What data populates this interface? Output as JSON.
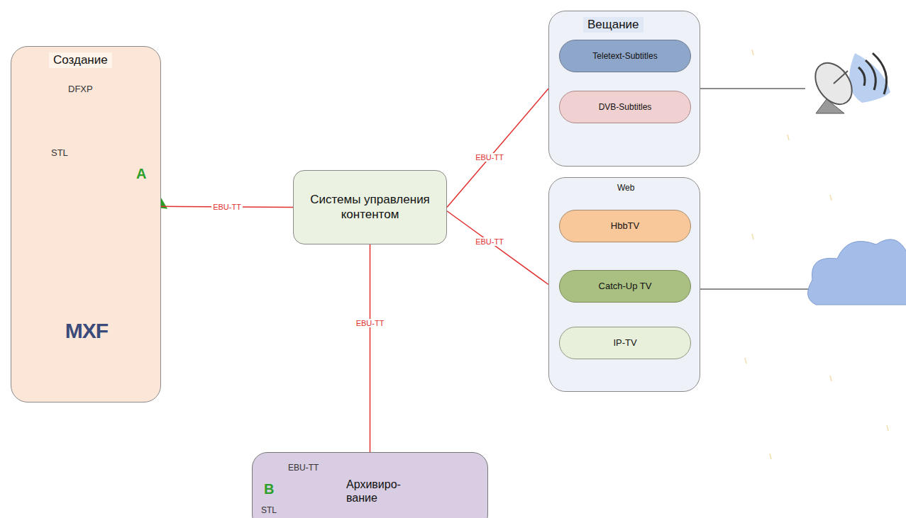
{
  "diagram": {
    "nodes": [
      {
        "text": [
          "Создание"
        ]
      },
      {
        "text": [
          "Системы управления контентом"
        ]
      },
      {
        "text": [
          "Вещание"
        ]
      },
      {
        "text": [
          "Teletext-Subtitles"
        ],
        "in": 2
      },
      {
        "text": [
          "DVB-Subtitles"
        ],
        "in": 2
      },
      {
        "text": [
          "Web"
        ]
      },
      {
        "text": [
          "HbbTV"
        ],
        "in": 5
      },
      {
        "text": [
          "Catch-Up TV"
        ],
        "in": 5
      },
      {
        "text": [
          "IP-TV"
        ],
        "in": 5
      },
      {
        "text": [
          "Архивиро- вание"
        ]
      }
    ],
    "edges": [
      {
        "from": 0,
        "to": 1,
        "label": "EBU-TT",
        "arrow": "none"
      },
      {
        "from": 1,
        "to": 2,
        "label": "EBU-TT",
        "arrow": "none"
      },
      {
        "from": 1,
        "to": 5,
        "label": "EBU-TT",
        "arrow": "none"
      },
      {
        "from": 1,
        "to": 9,
        "label": "EBU-TT",
        "arrow": "none"
      }
    ],
    "labels": [
      "DFXP",
      "STL",
      "A",
      "MXF",
      "EBU-TT",
      "STL",
      "B"
    ]
  }
}
